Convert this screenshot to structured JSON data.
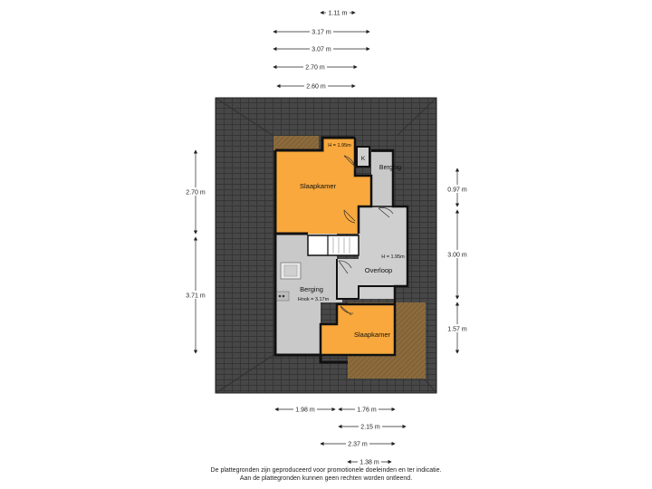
{
  "top_dimensions": [
    "1.11 m",
    "3.17 m",
    "3.07 m",
    "2.70 m",
    "2.60 m"
  ],
  "bottom_dimensions": [
    "1.98 m",
    "1.76 m",
    "2.15 m",
    "2.37 m",
    "1.38 m"
  ],
  "left_dimensions": [
    "2.70 m",
    "3.71 m"
  ],
  "right_dimensions": [
    "0.97 m",
    "3.00 m",
    "1.57 m"
  ],
  "rooms": {
    "slaapkamer_top": "Slaapkamer",
    "slaapkamer_top_height": "H = 1.95m",
    "k_label": "K",
    "berging_small": "Berging",
    "overloop": "Overloop",
    "overloop_height": "H = 1.95m",
    "berging_main": "Berging",
    "berging_main_height": "Hnok = 3.17m",
    "slaapkamer_bottom": "Slaapkamer"
  },
  "disclaimer": [
    "De plattegronden zijn geproduceerd voor promotionele doeleinden en ter indicatie.",
    "Aan de plattegronden kunnen geen rechten worden ontleend."
  ],
  "colors": {
    "roof": "#4a4a4a",
    "wall": "#111111",
    "bedroom": "#f8a83c",
    "storage": "#c9c9c9",
    "attic_floor": "#8a6a3c"
  }
}
